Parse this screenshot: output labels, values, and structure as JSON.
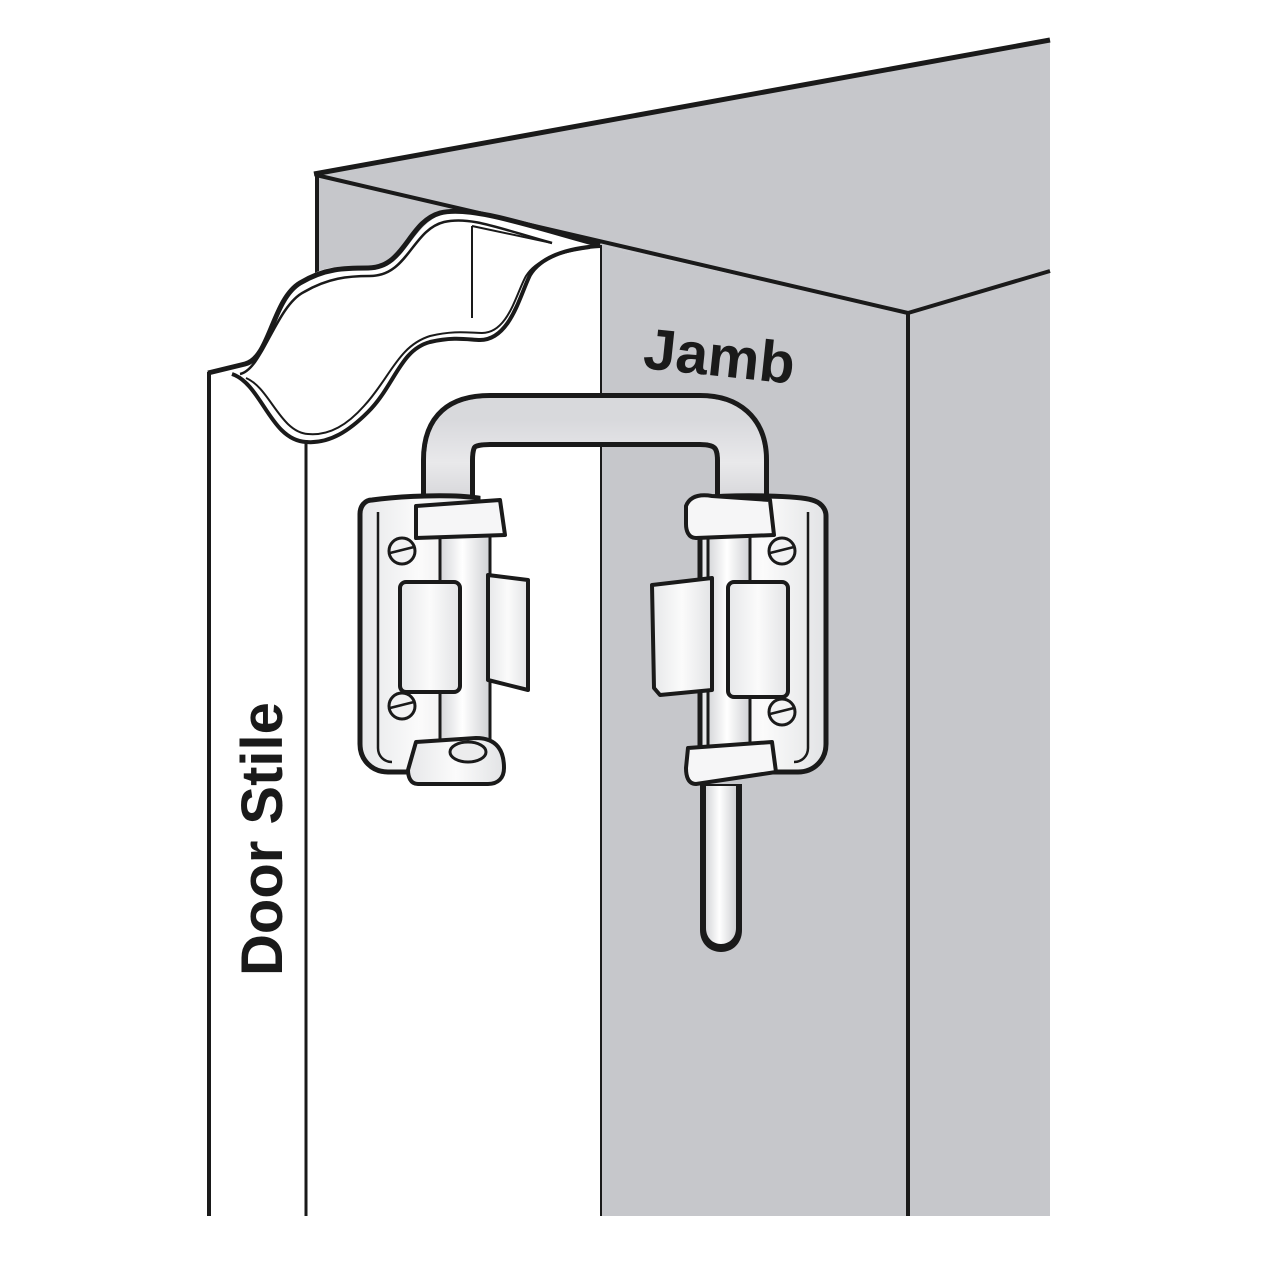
{
  "diagram": {
    "subject": "sliding door loop lock installed on door stile and jamb",
    "labels": {
      "jamb": "Jamb",
      "door_stile": "Door Stile"
    },
    "colors": {
      "background": "#ffffff",
      "jamb_fill": "#c6c7cb",
      "stile_fill": "#ffffff",
      "outline": "#1a1a1a",
      "hardware_light": "#f4f4f5",
      "hardware_mid": "#d9dadd"
    },
    "parts": [
      {
        "name": "Door Stile",
        "role": "moving door edge with wavy cut profile"
      },
      {
        "name": "Jamb",
        "role": "fixed frame post"
      },
      {
        "name": "Loop bar",
        "role": "U-shaped bar bridging stile and jamb"
      },
      {
        "name": "Stile bracket",
        "role": "mounting plate with 2 screws on door stile"
      },
      {
        "name": "Jamb bracket",
        "role": "mounting plate with 2 screws on jamb"
      },
      {
        "name": "Bolt pin",
        "role": "pin extending down from jamb bracket"
      }
    ]
  }
}
